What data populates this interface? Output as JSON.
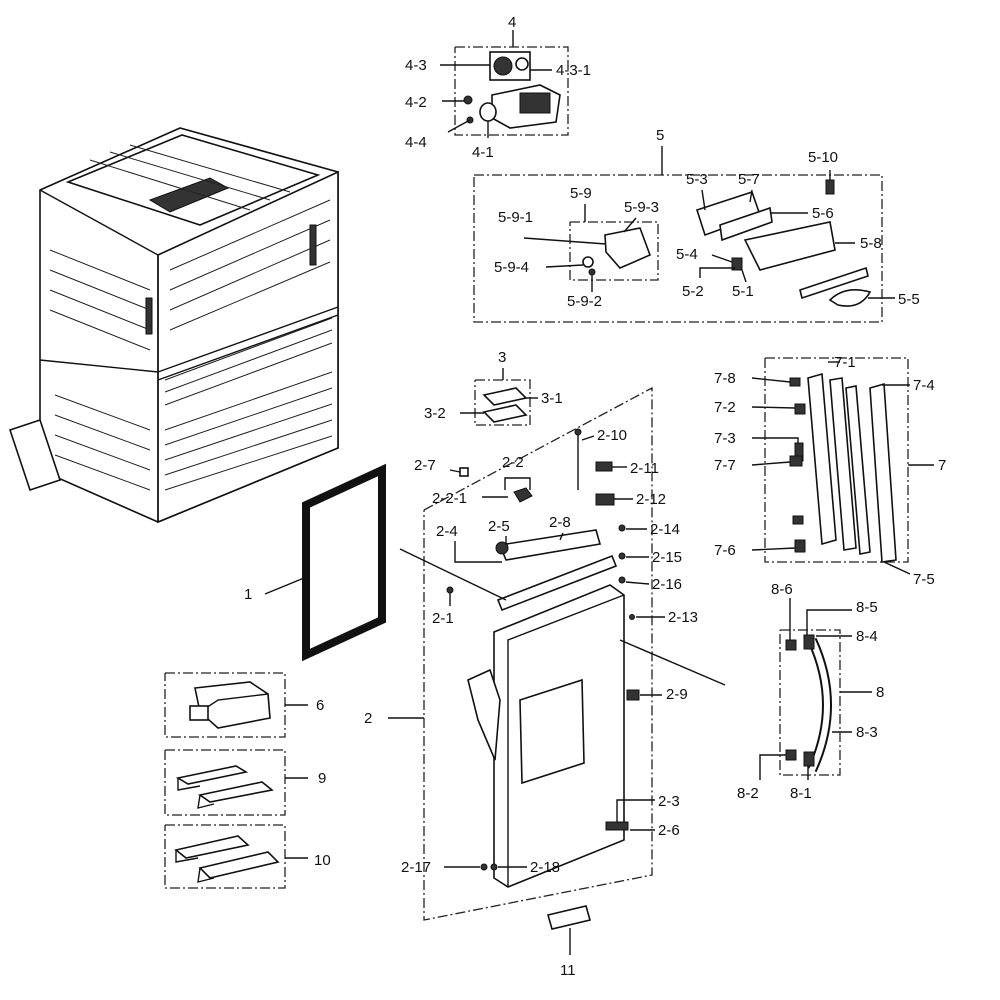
{
  "diagram": {
    "labels": {
      "l1": "1",
      "l2": "2",
      "l2_1": "2-1",
      "l2_2": "2-2",
      "l2_2_1": "2-2-1",
      "l2_3": "2-3",
      "l2_4": "2-4",
      "l2_5": "2-5",
      "l2_6": "2-6",
      "l2_7": "2-7",
      "l2_8": "2-8",
      "l2_9": "2-9",
      "l2_10": "2-10",
      "l2_11": "2-11",
      "l2_12": "2-12",
      "l2_13": "2-13",
      "l2_14": "2-14",
      "l2_15": "2-15",
      "l2_16": "2-16",
      "l2_17": "2-17",
      "l2_18": "2-18",
      "l3": "3",
      "l3_1": "3-1",
      "l3_2": "3-2",
      "l4": "4",
      "l4_1": "4-1",
      "l4_2": "4-2",
      "l4_3": "4-3",
      "l4_3_1": "4-3-1",
      "l4_4": "4-4",
      "l5": "5",
      "l5_1": "5-1",
      "l5_2": "5-2",
      "l5_3": "5-3",
      "l5_4": "5-4",
      "l5_5": "5-5",
      "l5_6": "5-6",
      "l5_7": "5-7",
      "l5_8": "5-8",
      "l5_9": "5-9",
      "l5_9_1": "5-9-1",
      "l5_9_2": "5-9-2",
      "l5_9_3": "5-9-3",
      "l5_9_4": "5-9-4",
      "l5_10": "5-10",
      "l6": "6",
      "l7": "7",
      "l7_1": "7-1",
      "l7_2": "7-2",
      "l7_3": "7-3",
      "l7_4": "7-4",
      "l7_5": "7-5",
      "l7_6": "7-6",
      "l7_7": "7-7",
      "l7_8": "7-8",
      "l8": "8",
      "l8_1": "8-1",
      "l8_2": "8-2",
      "l8_3": "8-3",
      "l8_4": "8-4",
      "l8_5": "8-5",
      "l8_6": "8-6",
      "l9": "9",
      "l10": "10",
      "l11": "11"
    }
  }
}
